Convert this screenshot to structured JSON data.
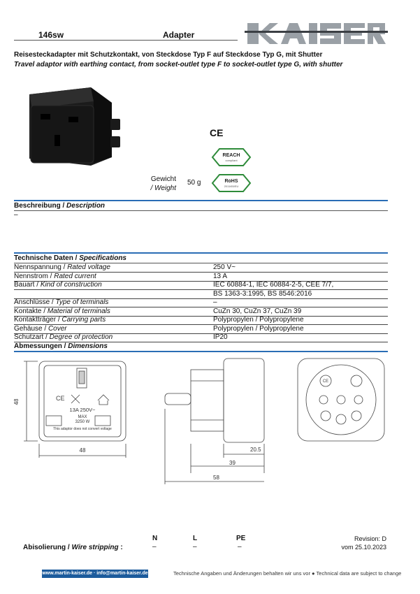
{
  "header": {
    "code": "146sw",
    "title": "Adapter",
    "brand": "KAISER"
  },
  "subtitle": {
    "de": "Reisesteckadapter mit Schutzkontakt, von Steckdose Typ F auf Steckdose Typ G, mit Shutter",
    "en": "Travel adaptor with earthing contact, from socket-outlet type F to socket-outlet type G, with shutter"
  },
  "certs": {
    "ce": "CE",
    "reach_line1": "REACH",
    "reach_line2": "compliant",
    "rohs_line1": "RoHS",
    "rohs_line2": "2011/65/EU"
  },
  "weight": {
    "label_de": "Gewicht",
    "label_en": "/ Weight",
    "value": "50 g"
  },
  "description": {
    "title_de": "Beschreibung",
    "title_en": "Description",
    "text": "–"
  },
  "specs": {
    "title_de": "Technische Daten",
    "title_en": "Specifications",
    "rows": [
      {
        "de": "Nennspannung",
        "en": "Rated voltage",
        "value": "250 V~"
      },
      {
        "de": "Nennstrom",
        "en": "Rated current",
        "value": "13 A"
      },
      {
        "de": "Bauart",
        "en": "Kind of construction",
        "value": "IEC 60884-1, IEC 60884-2-5, CEE 7/7,"
      },
      {
        "de": "",
        "en": "",
        "value": "BS 1363-3:1995, BS 8546:2016"
      },
      {
        "de": "Anschlüsse",
        "en": "Type of terminals",
        "value": "–"
      },
      {
        "de": "Kontakte",
        "en": "Material of terminals",
        "value": "CuZn 30, CuZn 37, CuZn 39"
      },
      {
        "de": "Kontaktträger",
        "en": "Carrying parts",
        "value": "Polypropylen / Polypropylene"
      },
      {
        "de": "Gehäuse",
        "en": "Cover",
        "value": "Polypropylen / Polypropylene"
      },
      {
        "de": "Schutzart",
        "en": "Degree of protection",
        "value": "IP20"
      }
    ]
  },
  "dimensions": {
    "title_de": "Abmessungen",
    "title_en": "Dimensions",
    "front_width": "48",
    "front_height": "48",
    "side_a": "20.5",
    "side_b": "39",
    "side_c": "58",
    "front_rating": "13A 250V~",
    "front_max": "MAX",
    "front_watts": "3250 W",
    "front_note": "This adaptor does not convert voltage"
  },
  "wire": {
    "label_de": "Abisolierung",
    "label_en": "Wire stripping",
    "cols": [
      {
        "name": "N",
        "value": "–"
      },
      {
        "name": "L",
        "value": "–"
      },
      {
        "name": "PE",
        "value": "–"
      }
    ],
    "revision": "Revision: D",
    "date": "vom 25.10.2023"
  },
  "footer": {
    "left": "www.martin-kaiser.de · info@martin-kaiser.de",
    "right": "Technische Angaben und Änderungen behalten wir uns vor ● Technical data are subject to change"
  }
}
